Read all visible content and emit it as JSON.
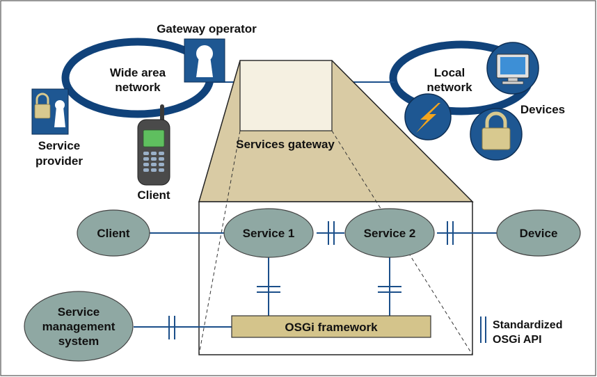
{
  "labels": {
    "gateway_operator": "Gateway operator",
    "wan_line1": "Wide area",
    "wan_line2": "network",
    "local_line1": "Local",
    "local_line2": "network",
    "devices": "Devices",
    "service_provider_line1": "Service",
    "service_provider_line2": "provider",
    "client_top": "Client",
    "services_gateway": "Services gateway"
  },
  "nodes": {
    "client": "Client",
    "service1": "Service 1",
    "service2": "Service 2",
    "device": "Device",
    "sms_line1": "Service",
    "sms_line2": "management",
    "sms_line3": "system",
    "framework": "OSGi framework"
  },
  "legend": {
    "line1": "Standardized",
    "line2": "OSGi API"
  },
  "colors": {
    "ring_blue": "#10427a",
    "line_blue": "#1b4f8a",
    "node_fill": "#8fa8a3",
    "projection_fill": "#d9cba4",
    "gateway_box_fill": "#f5f0e1",
    "framework_fill": "#d4c48b",
    "icon_panel": "#1e5792",
    "lock_body": "#d8c98f",
    "phone_body": "#4a4a4a",
    "phone_screen": "#5fbf5f",
    "bolt": "#f4a51c"
  },
  "icons": {
    "gateway_operator": "keyhole-icon",
    "service_provider": "lock-keyhole-icon",
    "client": "mobile-phone-icon",
    "monitor": "computer-monitor-icon",
    "bolt": "lightning-bolt-icon",
    "lock": "padlock-icon"
  }
}
